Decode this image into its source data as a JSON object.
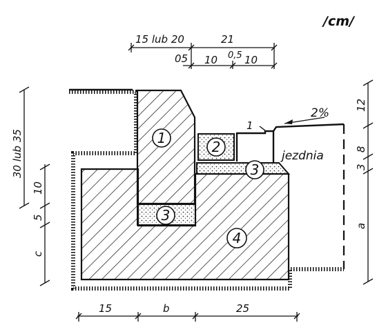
{
  "drawing": {
    "unit": "/cm/",
    "road_label": "jezdnia",
    "slope": "2%",
    "part_numbers": [
      "1",
      "2",
      "3",
      "3",
      "4"
    ],
    "top_dims": [
      "15 lub 20",
      "21",
      "05",
      "10",
      "0,5",
      "10"
    ],
    "left_dims": [
      "30 lub 35",
      "10",
      "5",
      "c"
    ],
    "right_dims": [
      "12",
      "8",
      "3",
      "a"
    ],
    "bottom_dims": [
      "15",
      "b",
      "25"
    ],
    "small_dim": "1"
  }
}
